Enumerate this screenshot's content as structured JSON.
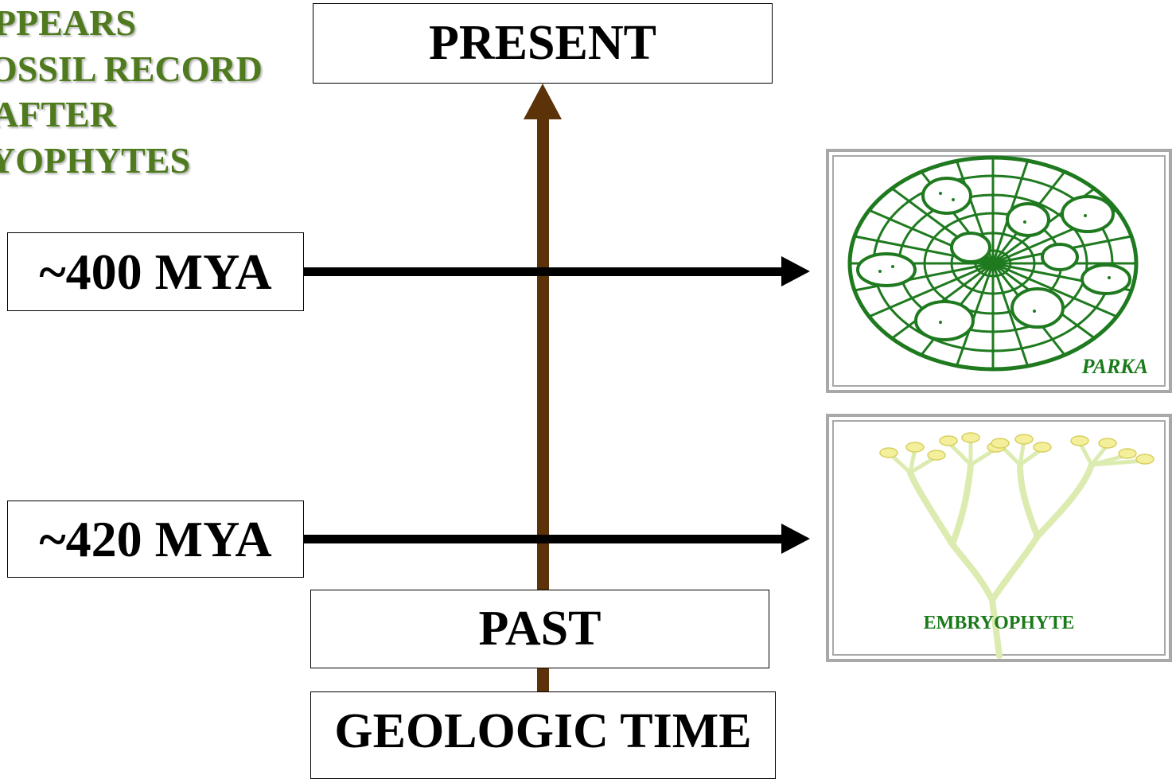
{
  "intro_text": {
    "lines": [
      "PPEARS",
      "OSSIL RECORD",
      "AFTER",
      "YOPHYTES"
    ]
  },
  "timeline": {
    "top_label": "PRESENT",
    "bottom_label": "PAST",
    "axis_label": "GEOLOGIC TIME"
  },
  "events": [
    {
      "label": "~400 MYA",
      "image_caption": "PARKA"
    },
    {
      "label": "~420 MYA",
      "image_caption": "EMBRYOPHYTE"
    }
  ],
  "colors": {
    "time_arrow": "#5c3208",
    "event_arrow": "#000000",
    "intro_text": "#4f7a1e",
    "parka_green": "#1f7a1f",
    "embryophyte_green": "#d9eaa8",
    "frame_gray": "#a8a8a8"
  }
}
